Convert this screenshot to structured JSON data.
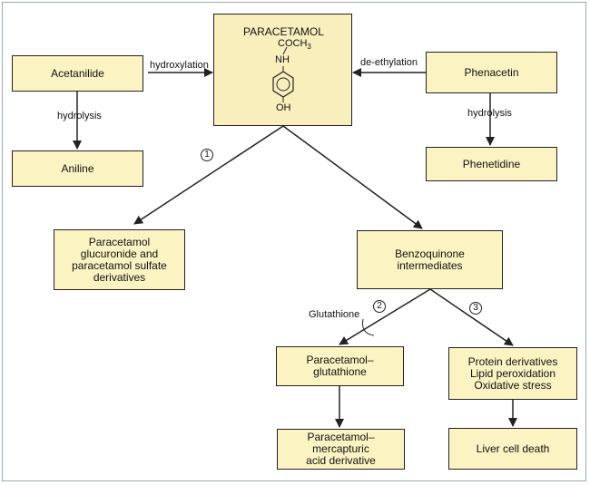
{
  "center": {
    "title": "PARACETAMOL",
    "acyl": "COCH",
    "acyl_sub": "3",
    "nh": "NH",
    "oh": "OH"
  },
  "boxes": {
    "acetanilide": "Acetanilide",
    "aniline": "Aniline",
    "phenacetin": "Phenacetin",
    "phenetidine": "Phenetidine",
    "conjugates": "Paracetamol\nglucuronide and\nparacetamol sulfate\nderivatives",
    "benzoquinone": "Benzoquinone\nintermediates",
    "glutathione_adduct": "Paracetamol–glutathione",
    "mercapturic": "Paracetamol–mercapturic\nacid derivative",
    "protein": "Protein derivatives\nLipid peroxidation\nOxidative stress",
    "liver": "Liver cell death"
  },
  "labels": {
    "hydroxylation": "hydroxylation",
    "deethylation": "de-ethylation",
    "hydrolysis_left": "hydrolysis",
    "hydrolysis_right": "hydrolysis",
    "glutathione": "Glutathione"
  },
  "steps": [
    "1",
    "2",
    "3"
  ],
  "colors": {
    "box_fill": "#fbf3c2",
    "line": "#222222"
  }
}
